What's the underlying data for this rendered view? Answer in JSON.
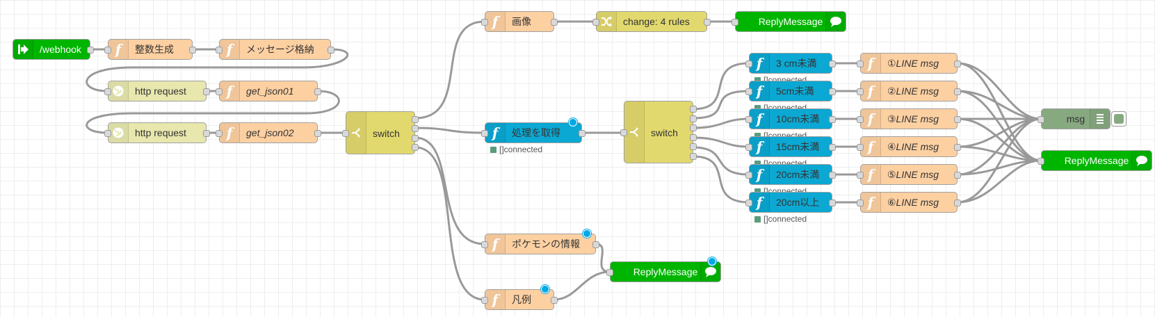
{
  "colors": {
    "function": "#fdd0a2",
    "function_teal": "#0ba8d3",
    "http_request": "#e7e7ae",
    "switch": "#e2d96e",
    "change": "#e2d96e",
    "http_in": "#00b500",
    "reply": "#00b500",
    "debug": "#87a980",
    "port_dot": "#00a8e6",
    "status_dot": "#5a9c7c"
  },
  "nodes": [
    {
      "id": "webhook",
      "type": "http-in",
      "label": "/webhook",
      "icon": "webhook-arrow-icon"
    },
    {
      "id": "int",
      "type": "function",
      "label": "整数生成",
      "icon": "function-icon"
    },
    {
      "id": "store",
      "type": "function",
      "label": "メッセージ格納",
      "icon": "function-icon"
    },
    {
      "id": "http1",
      "type": "http-request",
      "label": "http request",
      "icon": "globe-icon"
    },
    {
      "id": "json1",
      "type": "function",
      "label": "get_json01",
      "italic": true,
      "icon": "function-icon"
    },
    {
      "id": "http2",
      "type": "http-request",
      "label": "http request",
      "icon": "globe-icon"
    },
    {
      "id": "json2",
      "type": "function",
      "label": "get_json02",
      "italic": true,
      "icon": "function-icon"
    },
    {
      "id": "switch1",
      "type": "switch",
      "label": "switch",
      "icon": "switch-icon"
    },
    {
      "id": "image",
      "type": "function",
      "label": "画像",
      "icon": "function-icon"
    },
    {
      "id": "change",
      "type": "change",
      "label": "change: 4 rules",
      "icon": "shuffle-icon"
    },
    {
      "id": "reply1",
      "type": "reply",
      "label": "ReplyMessage",
      "icon": "speech-bubble-icon"
    },
    {
      "id": "process",
      "type": "function-teal",
      "label": "処理を取得",
      "status": "[]connected",
      "icon": "function-icon",
      "changed": true
    },
    {
      "id": "switch2",
      "type": "switch",
      "label": "switch",
      "icon": "switch-icon"
    },
    {
      "id": "lt3",
      "type": "function-teal",
      "label": "3 cm未満",
      "status": "[]connected",
      "icon": "function-icon"
    },
    {
      "id": "lt5",
      "type": "function-teal",
      "label": "5cm未満",
      "status": "[]connected",
      "icon": "function-icon"
    },
    {
      "id": "lt10",
      "type": "function-teal",
      "label": "10cm未満",
      "status": "[]connected",
      "icon": "function-icon"
    },
    {
      "id": "lt15",
      "type": "function-teal",
      "label": "15cm未満",
      "status": "[]connected",
      "icon": "function-icon"
    },
    {
      "id": "lt20",
      "type": "function-teal",
      "label": "20cm未満",
      "status": "[]connected",
      "icon": "function-icon"
    },
    {
      "id": "ge20",
      "type": "function-teal",
      "label": "20cm以上",
      "status": "[]connected",
      "icon": "function-icon"
    },
    {
      "id": "line1",
      "type": "function",
      "label": "①LINE msg",
      "italic": true,
      "icon": "function-icon"
    },
    {
      "id": "line2",
      "type": "function",
      "label": "②LINE msg",
      "italic": true,
      "icon": "function-icon"
    },
    {
      "id": "line3",
      "type": "function",
      "label": "③LINE msg",
      "italic": true,
      "icon": "function-icon"
    },
    {
      "id": "line4",
      "type": "function",
      "label": "④LINE msg",
      "italic": true,
      "icon": "function-icon"
    },
    {
      "id": "line5",
      "type": "function",
      "label": "⑤LINE msg",
      "italic": true,
      "icon": "function-icon"
    },
    {
      "id": "line6",
      "type": "function",
      "label": "⑥LINE msg",
      "italic": true,
      "icon": "function-icon"
    },
    {
      "id": "debug",
      "type": "debug",
      "label": "msg",
      "icon": "list-icon"
    },
    {
      "id": "reply2",
      "type": "reply",
      "label": "ReplyMessage",
      "icon": "speech-bubble-icon"
    },
    {
      "id": "pokemon",
      "type": "function",
      "label": "ポケモンの情報",
      "icon": "function-icon",
      "changed": true
    },
    {
      "id": "reply3",
      "type": "reply",
      "label": "ReplyMessage",
      "icon": "speech-bubble-icon",
      "changed": true
    },
    {
      "id": "legend",
      "type": "function",
      "label": "凡例",
      "icon": "function-icon",
      "changed": true
    }
  ]
}
